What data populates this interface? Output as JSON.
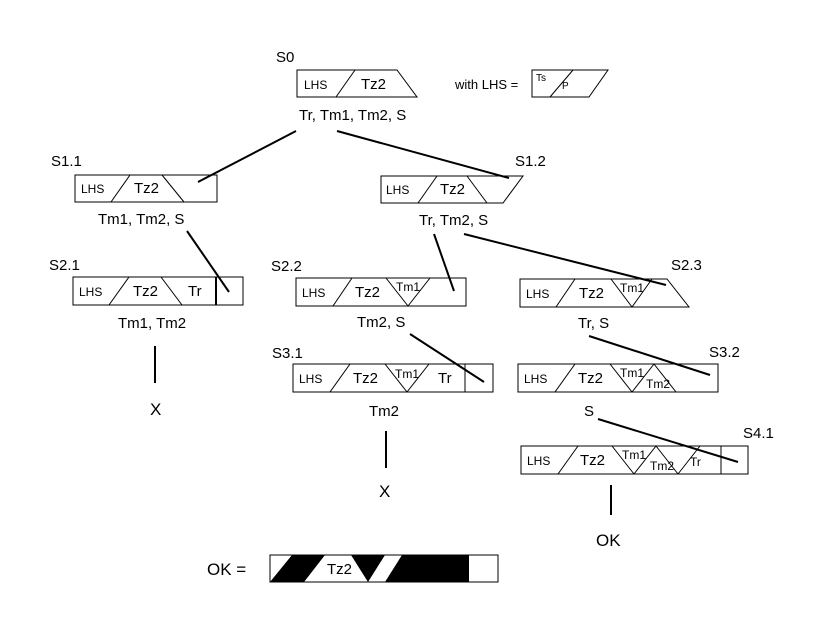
{
  "nodes": {
    "s0": {
      "id": "S0",
      "pieces": {
        "lhs": "LHS",
        "tz2": "Tz2"
      },
      "remaining": "Tr, Tm1, Tm2, S"
    },
    "s11": {
      "id": "S1.1",
      "pieces": {
        "lhs": "LHS",
        "tz2": "Tz2"
      },
      "remaining": "Tm1, Tm2, S"
    },
    "s12": {
      "id": "S1.2",
      "pieces": {
        "lhs": "LHS",
        "tz2": "Tz2"
      },
      "remaining": "Tr, Tm2, S"
    },
    "s21": {
      "id": "S2.1",
      "pieces": {
        "lhs": "LHS",
        "tz2": "Tz2",
        "tr": "Tr"
      },
      "remaining": "Tm1, Tm2",
      "outcome": "X"
    },
    "s22": {
      "id": "S2.2",
      "pieces": {
        "lhs": "LHS",
        "tz2": "Tz2",
        "tm1": "Tm1"
      },
      "remaining": "Tm2, S"
    },
    "s23": {
      "id": "S2.3",
      "pieces": {
        "lhs": "LHS",
        "tz2": "Tz2",
        "tm1": "Tm1"
      },
      "remaining": "Tr, S"
    },
    "s31": {
      "id": "S3.1",
      "pieces": {
        "lhs": "LHS",
        "tz2": "Tz2",
        "tm1": "Tm1",
        "tr": "Tr"
      },
      "remaining": "Tm2",
      "outcome": "X"
    },
    "s32": {
      "id": "S3.2",
      "pieces": {
        "lhs": "LHS",
        "tz2": "Tz2",
        "tm1": "Tm1",
        "tm2": "Tm2"
      },
      "remaining": "S"
    },
    "s41": {
      "id": "S4.1",
      "pieces": {
        "lhs": "LHS",
        "tz2": "Tz2",
        "tm1": "Tm1",
        "tm2": "Tm2",
        "tr": "Tr"
      },
      "outcome": "OK"
    }
  },
  "legend_lhs": {
    "prefix": "with LHS =",
    "ts": "Ts",
    "p": "P"
  },
  "legend_ok": {
    "label": "OK =",
    "tz2": "Tz2"
  }
}
